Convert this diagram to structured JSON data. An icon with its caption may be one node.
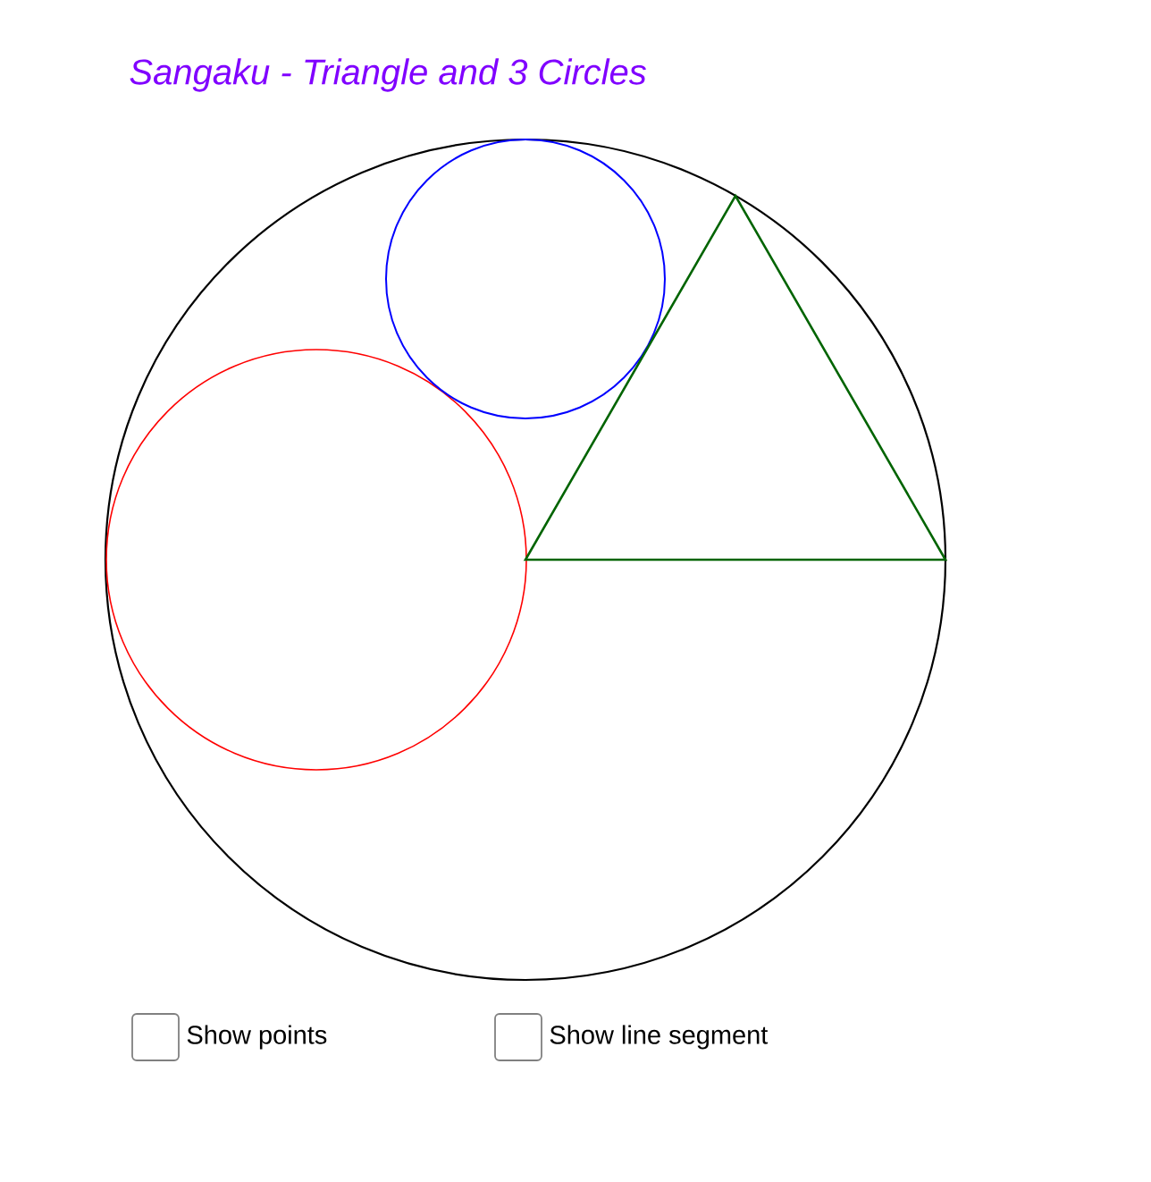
{
  "diagram": {
    "title": "Sangaku - Triangle and 3 Circles",
    "labels": [
      "Show points",
      "Show line segment"
    ]
  }
}
